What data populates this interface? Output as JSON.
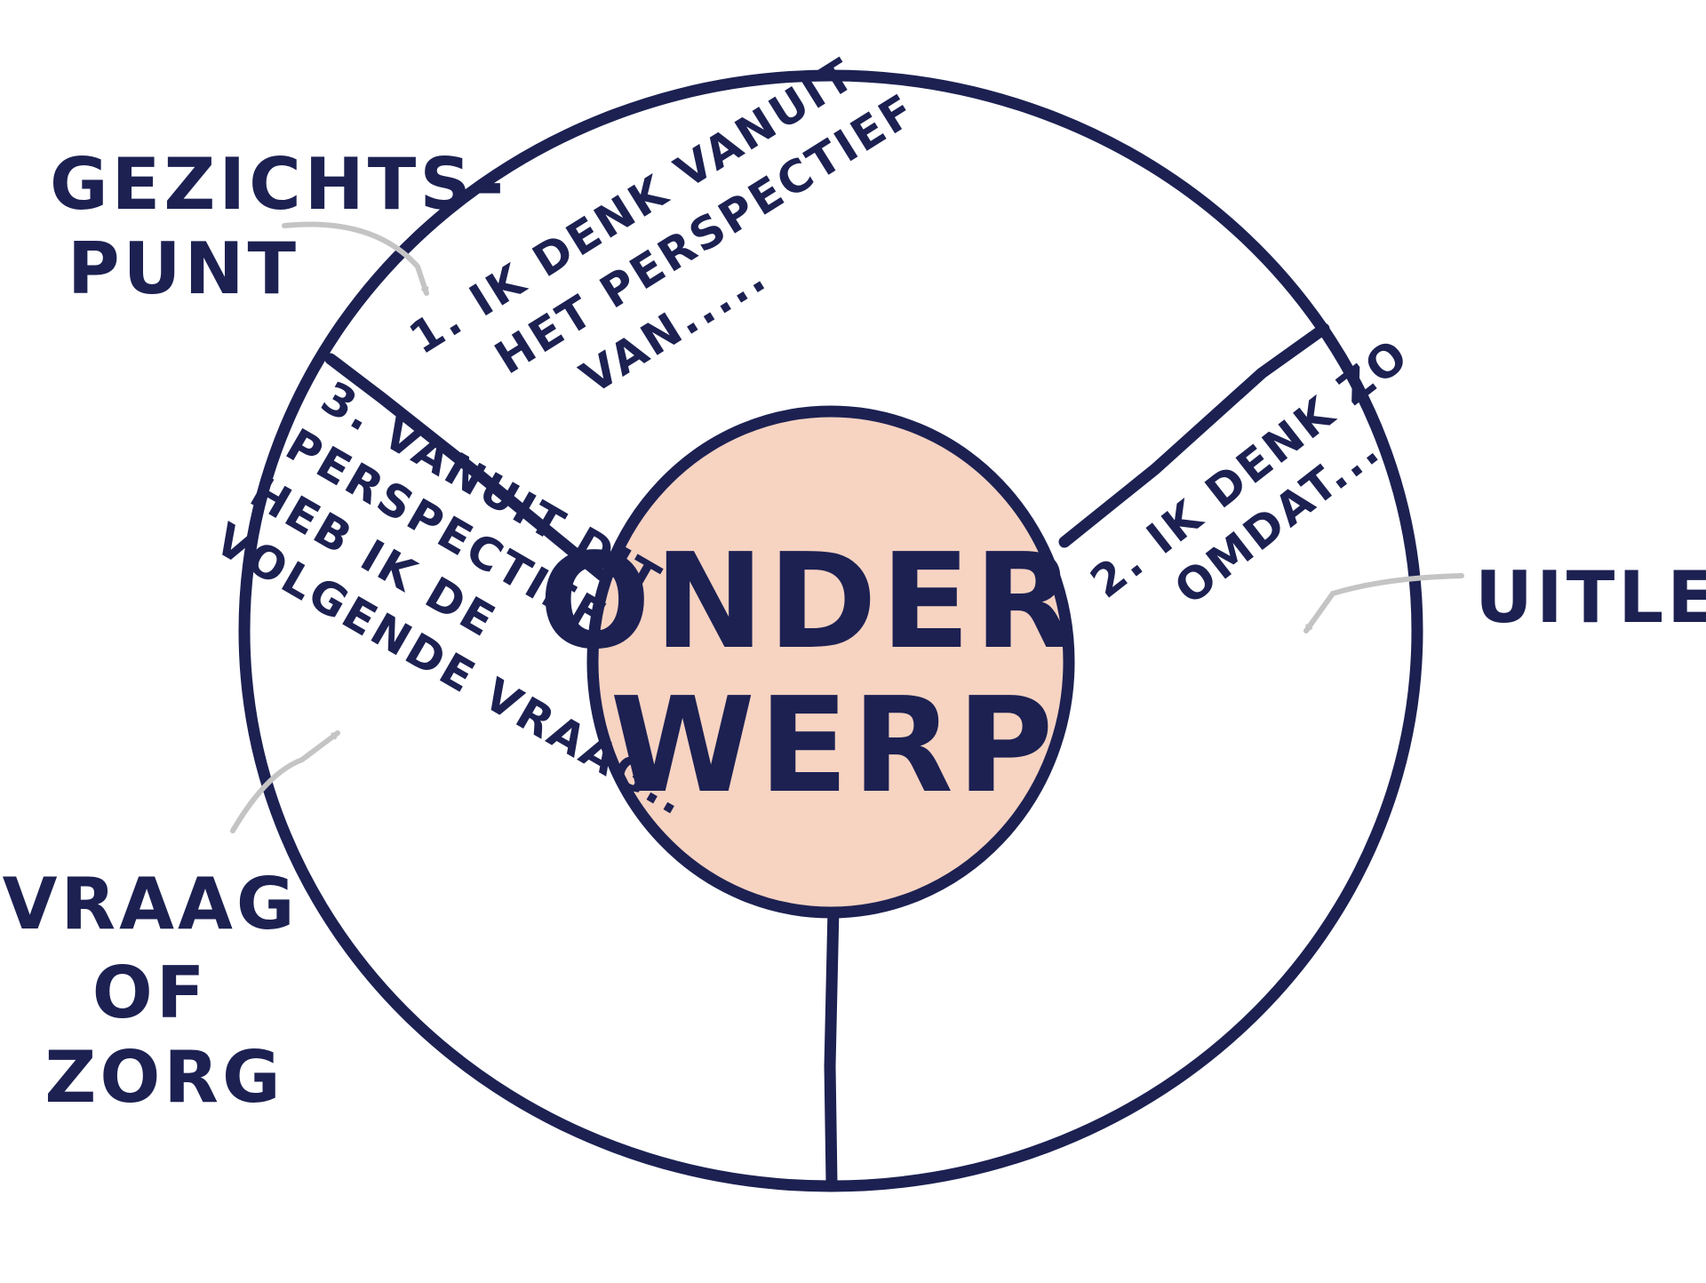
{
  "diagram": {
    "center": {
      "lines": [
        "ONDER",
        "WERP"
      ],
      "fill": "#f7d3c2"
    },
    "segments": [
      {
        "lines": [
          "1. IK DENK VANUIT",
          "HET PERSPECTIEF",
          "VAN....."
        ]
      },
      {
        "lines": [
          "2. IK DENK ZO",
          "OMDAT..."
        ]
      },
      {
        "lines": [
          "3. VANUIT DIT",
          "PERSPECTIEF",
          "HEB IK DE",
          "VOLGENDE VRAAG.."
        ]
      }
    ],
    "side_labels": [
      {
        "lines": [
          "GEZICHTS-",
          "PUNT"
        ]
      },
      {
        "lines": [
          "UITLEG"
        ]
      },
      {
        "lines": [
          "VRAAG",
          "OF",
          "ZORG"
        ]
      }
    ]
  },
  "colors": {
    "ink": "#1c2152",
    "arrow": "#c4c4c4",
    "background": "#ffffff"
  }
}
